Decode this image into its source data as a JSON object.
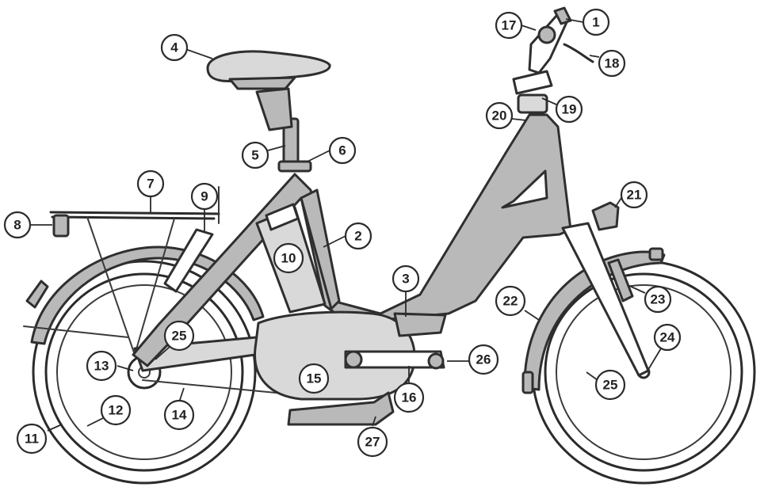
{
  "diagram": {
    "callouts": [
      {
        "id": "c1",
        "label": "1"
      },
      {
        "id": "c2",
        "label": "2"
      },
      {
        "id": "c3",
        "label": "3"
      },
      {
        "id": "c4",
        "label": "4"
      },
      {
        "id": "c5",
        "label": "5"
      },
      {
        "id": "c6",
        "label": "6"
      },
      {
        "id": "c7",
        "label": "7"
      },
      {
        "id": "c8",
        "label": "8"
      },
      {
        "id": "c9",
        "label": "9"
      },
      {
        "id": "c10",
        "label": "10"
      },
      {
        "id": "c11",
        "label": "11"
      },
      {
        "id": "c12",
        "label": "12"
      },
      {
        "id": "c13",
        "label": "13"
      },
      {
        "id": "c14",
        "label": "14"
      },
      {
        "id": "c15",
        "label": "15"
      },
      {
        "id": "c16",
        "label": "16"
      },
      {
        "id": "c17",
        "label": "17"
      },
      {
        "id": "c18",
        "label": "18"
      },
      {
        "id": "c19",
        "label": "19"
      },
      {
        "id": "c20",
        "label": "20"
      },
      {
        "id": "c21",
        "label": "21"
      },
      {
        "id": "c22",
        "label": "22"
      },
      {
        "id": "c23",
        "label": "23"
      },
      {
        "id": "c24",
        "label": "24"
      },
      {
        "id": "c25a",
        "label": "25"
      },
      {
        "id": "c25b",
        "label": "25"
      },
      {
        "id": "c26",
        "label": "26"
      },
      {
        "id": "c27",
        "label": "27"
      }
    ]
  }
}
